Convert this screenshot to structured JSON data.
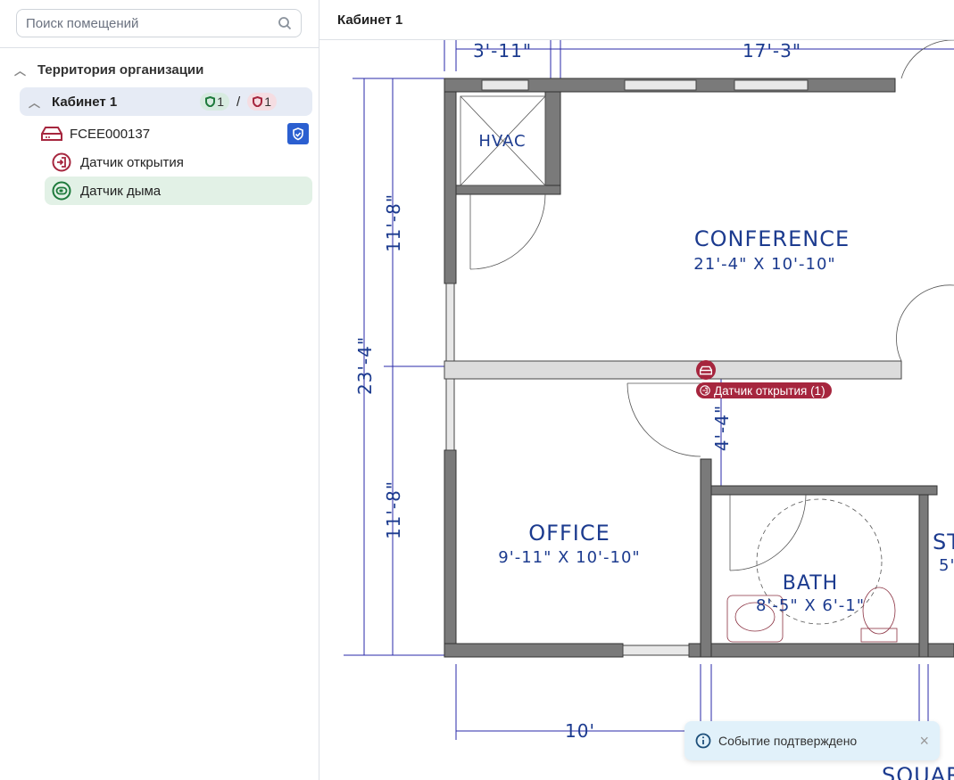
{
  "sidebar": {
    "search_placeholder": "Поиск помещений",
    "root_label": "Территория организации",
    "room": {
      "label": "Кабинет 1",
      "armed_count": "1",
      "separator": "/",
      "alarm_count": "1"
    },
    "device": {
      "label": "FCEE000137"
    },
    "sensors": [
      {
        "label": "Датчик открытия",
        "status": "alarm"
      },
      {
        "label": "Датчик дыма",
        "status": "ok",
        "selected": true
      }
    ]
  },
  "header": {
    "title": "Кабинет 1"
  },
  "plan": {
    "rooms": [
      {
        "name": "HVAC"
      },
      {
        "name": "CONFERENCE",
        "size": "21'-4\" X 10'-10\""
      },
      {
        "name": "OFFICE",
        "size": "9'-11\" X 10'-10\""
      },
      {
        "name": "BATH",
        "size": "8'-5\" X 6'-1\""
      },
      {
        "name": "ST",
        "size": "5'"
      },
      {
        "name": "SQUAR"
      }
    ],
    "dimensions": [
      "3'-11\"",
      "17'-3\"",
      "23'-4\"",
      "11'-8\"",
      "11'-8\"",
      "4'-4\"",
      "10'"
    ],
    "marker_label": "Датчик открытия (1)"
  },
  "toast": {
    "message": "Событие подтверждено",
    "close": "×"
  },
  "colors": {
    "alarm": "#a6263e",
    "ok": "#1e7a3c",
    "accent": "#2b5fd0",
    "plan_text": "#1c3b8f"
  }
}
